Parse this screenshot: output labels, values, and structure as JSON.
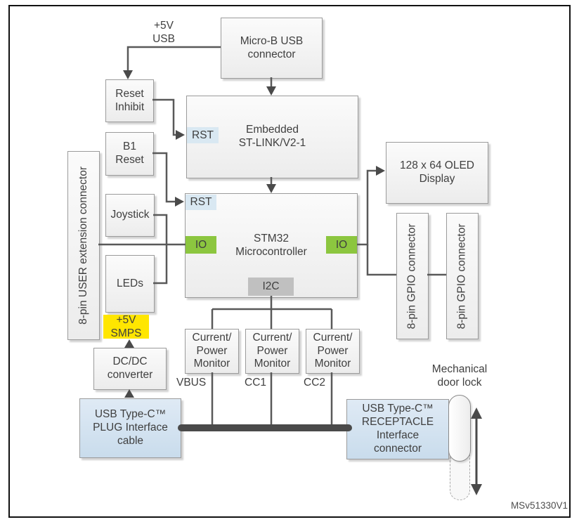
{
  "frame": {
    "code": "MSv51330V1"
  },
  "colors": {
    "line": "#595959",
    "arrow": "#4a4a4a",
    "io_green": "#8cc63f",
    "smps_yellow": "#ffe600",
    "rst_blue": "#d9e8f2",
    "i2c_gray": "#c0c0c0",
    "typec_blue": "#d2e1ef"
  },
  "boxes": {
    "micro_b_usb": "Micro-B USB\nconnector",
    "reset_inhibit": "Reset\nInhibit",
    "b1_reset": "B1\nReset",
    "joystick": "Joystick",
    "leds": "LEDs",
    "user_ext_connector": "8-pin USER extension connector",
    "st_link": "Embedded\nST-LINK/V2-1",
    "stm32": "STM32\nMicrocontroller",
    "oled": "128 x 64 OLED\nDisplay",
    "gpio1": "8-pin GPIO connector",
    "gpio2": "8-pin GPIO connector",
    "dcdc": "DC/DC\nconverter",
    "plug_cable": "USB Type-C™\nPLUG Interface\ncable",
    "monitor1": "Current/\nPower\nMonitor",
    "monitor2": "Current/\nPower\nMonitor",
    "monitor3": "Current/\nPower\nMonitor",
    "receptacle": "USB Type-C™\nRECEPTACLE\nInterface\nconnector"
  },
  "tags": {
    "rst_stlink": "RST",
    "rst_stm32": "RST",
    "io_left": "IO",
    "io_right": "IO",
    "i2c": "I2C",
    "smps": "+5V\nSMPS"
  },
  "labels": {
    "usb_5v": "+5V\nUSB",
    "vbus": "VBUS",
    "cc1": "CC1",
    "cc2": "CC2",
    "door_lock": "Mechanical\ndoor lock"
  }
}
